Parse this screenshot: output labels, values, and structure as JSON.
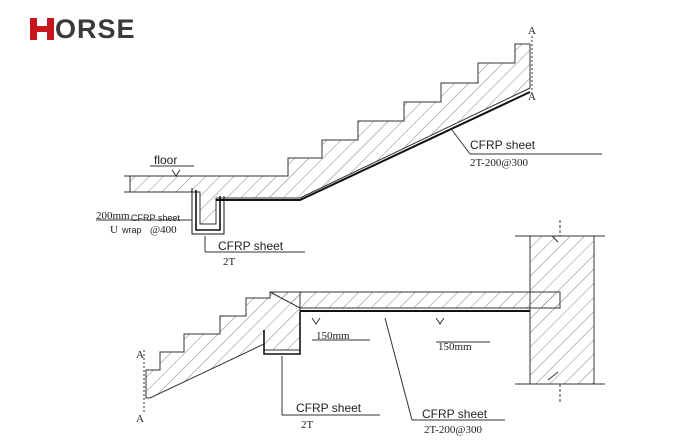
{
  "logo": {
    "text": "ORSE",
    "brand_color": "#c8161d",
    "text_color": "#3a3a3a"
  },
  "upper_stair": {
    "section_marks": {
      "top": "A",
      "bottom": "A"
    },
    "floor_label": "floor",
    "sheet_main": {
      "title": "CFRP sheet",
      "spec": "2T-200@300"
    },
    "sheet_wrap": {
      "size": "200mm",
      "title": "CFRP sheet",
      "type": "U",
      "word": "wrap",
      "spacing": "@400"
    },
    "sheet_beam": {
      "title": "CFRP sheet",
      "spec": "2T"
    }
  },
  "lower_stair": {
    "section_marks": {
      "top": "A",
      "bottom": "A"
    },
    "dim_left": "150mm",
    "dim_right": "150mm",
    "sheet_beam": {
      "title": "CFRP sheet",
      "spec": "2T"
    },
    "sheet_slab": {
      "title": "CFRP sheet",
      "spec": "2T-200@300"
    }
  },
  "colors": {
    "line": "#333333",
    "hatch": "#555555"
  }
}
